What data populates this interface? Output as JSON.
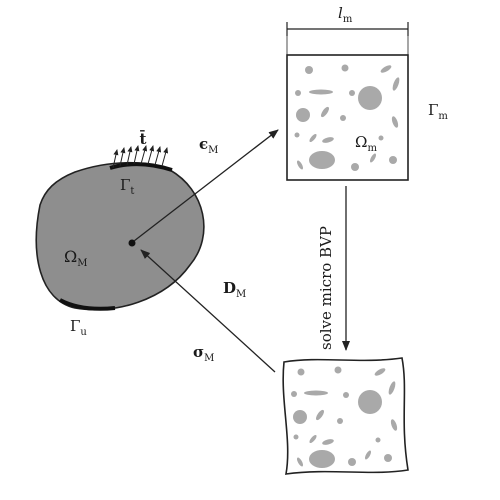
{
  "labels": {
    "macro_domain": "Ω",
    "macro_domain_sub": "M",
    "traction_boundary": "Γ",
    "traction_boundary_sub": "t",
    "displacement_boundary": "Γ",
    "displacement_boundary_sub": "u",
    "traction": "t̄",
    "strain": "ϵ",
    "strain_sub": "M",
    "stress": "σ",
    "stress_sub": "M",
    "tangent": "D",
    "tangent_sub": "M",
    "rve_size": "l",
    "rve_size_sub": "m",
    "rve_domain": "Ω",
    "rve_domain_sub": "m",
    "rve_boundary": "Γ",
    "rve_boundary_sub": "m",
    "micro_solve": "solve micro BVP"
  },
  "colors": {
    "body_fill": "#8e8e8e",
    "inclusion_fill": "#a9a9a9",
    "stroke": "#222222"
  }
}
